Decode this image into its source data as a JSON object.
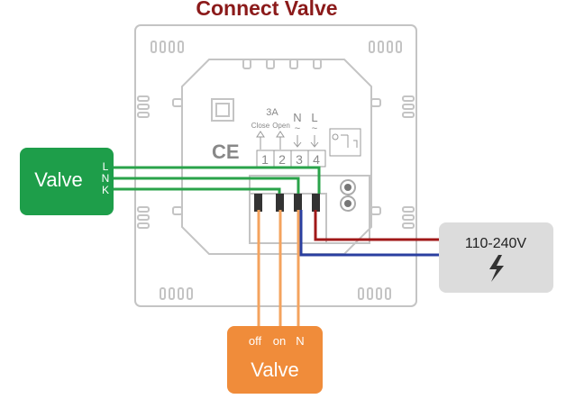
{
  "title": "Connect Valve",
  "thermostat": {
    "rating": "3A",
    "close_label": "Close",
    "open_label": "Open",
    "n_label": "N",
    "l_label": "L",
    "tilde": "~",
    "ce_mark": "CE",
    "terminals": [
      "1",
      "2",
      "3",
      "4"
    ]
  },
  "valve_left": {
    "label": "Valve",
    "pins": [
      "L",
      "N",
      "K"
    ],
    "color": "#1e9e4a"
  },
  "valve_bottom": {
    "label": "Valve",
    "pins": [
      "off",
      "on",
      "N"
    ],
    "color": "#f08c3a"
  },
  "power": {
    "label": "110-240V",
    "icon": "lightning-bolt-icon",
    "color": "#dcdcdc"
  },
  "wire_colors": {
    "green": "#2aa34a",
    "orange": "#f4a35e",
    "red": "#a01818",
    "blue": "#2a3fa0"
  }
}
